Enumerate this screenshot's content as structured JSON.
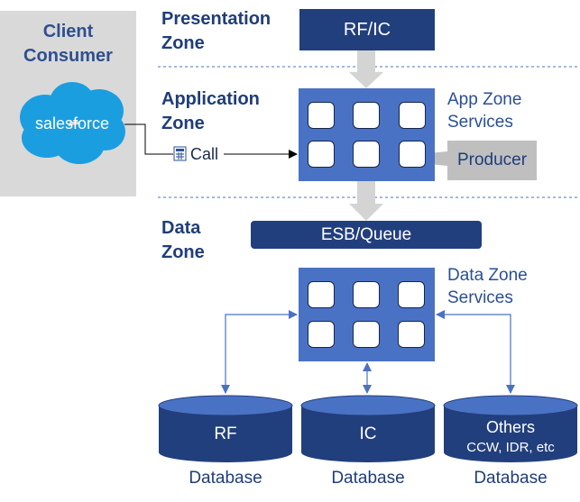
{
  "client": {
    "title": "Client\nConsumer",
    "logo_text": "salesforce",
    "call_label": "Call"
  },
  "zones": {
    "presentation": "Presentation\nZone",
    "application": "Application\nZone",
    "data": "Data\nZone"
  },
  "presentation_box": "RF/IC",
  "app_services": {
    "label": "App Zone\nServices",
    "producer": "Producer"
  },
  "esb_label": "ESB/Queue",
  "data_services": {
    "label": "Data Zone\nServices"
  },
  "databases": [
    {
      "name": "RF",
      "sub": "",
      "caption": "Database"
    },
    {
      "name": "IC",
      "sub": "",
      "caption": "Database"
    },
    {
      "name": "Others",
      "sub": "CCW, IDR, etc",
      "caption": "Database"
    }
  ],
  "colors": {
    "dark_blue": "#223f7d",
    "panel_blue": "#4a72c4",
    "arrow_gray": "#d4d4d4",
    "salesforce_blue": "#1b9ee0",
    "client_gray": "#d9d9d9"
  }
}
